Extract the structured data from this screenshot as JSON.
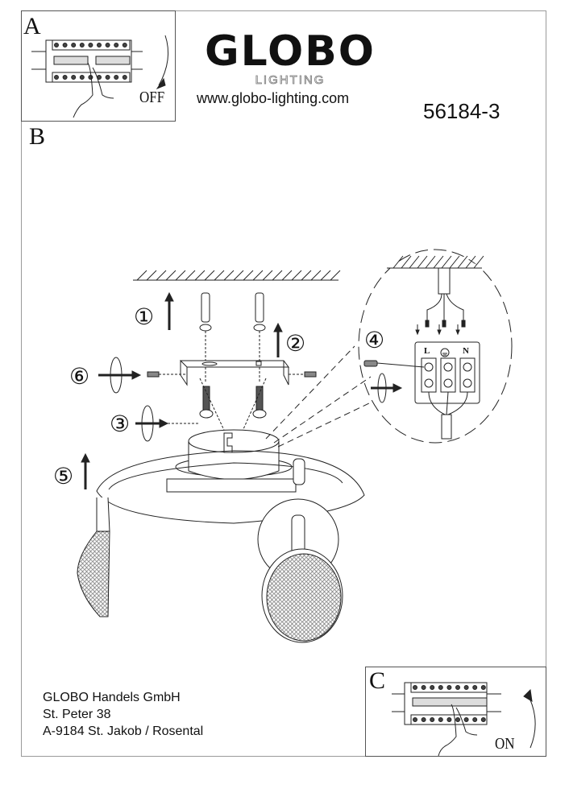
{
  "header": {
    "brand": "GLOBO",
    "brand_sub": "LIGHTING",
    "website": "www.globo-lighting.com",
    "model_number": "56184-3"
  },
  "panels": {
    "a": {
      "letter": "A",
      "switch_label": "OFF"
    },
    "b": {
      "letter": "B"
    },
    "c": {
      "letter": "C",
      "switch_label": "ON"
    }
  },
  "steps": [
    "①",
    "②",
    "③",
    "④",
    "⑤",
    "⑥"
  ],
  "terminal_labels": {
    "live": "L",
    "neutral": "N",
    "earth_icon": "earth-ground-icon"
  },
  "address": {
    "company": "GLOBO Handels GmbH",
    "street": "St. Peter 38",
    "city": "A-9184 St. Jakob / Rosental"
  }
}
